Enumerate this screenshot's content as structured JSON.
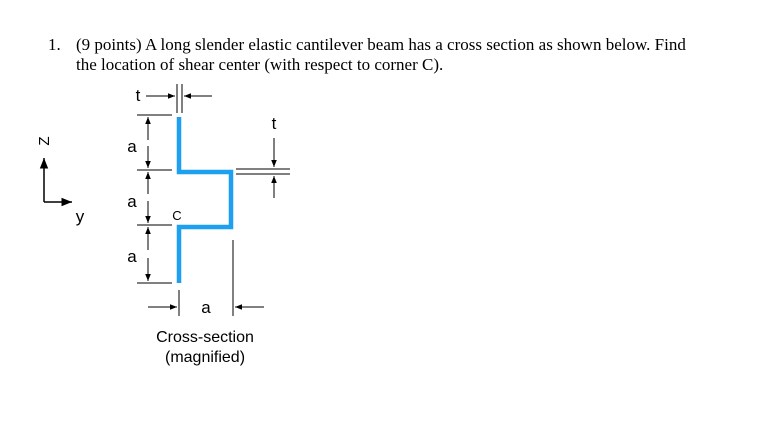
{
  "problem": {
    "number": "1.",
    "text_line1": "(9 points) A long slender elastic cantilever beam has a cross section as shown below. Find",
    "text_line2": "the location of shear center (with respect to corner C)."
  },
  "figure": {
    "axis_z": "Z",
    "axis_y": "y",
    "thickness_top": "t",
    "thickness_right": "t",
    "dim_a_1": "a",
    "dim_a_2": "a",
    "dim_a_3": "a",
    "dim_a_bottom": "a",
    "corner": "C",
    "caption_line1": "Cross-section",
    "caption_line2": "(magnified)"
  },
  "colors": {
    "section": "#1ea0f0",
    "ink": "#000000"
  }
}
